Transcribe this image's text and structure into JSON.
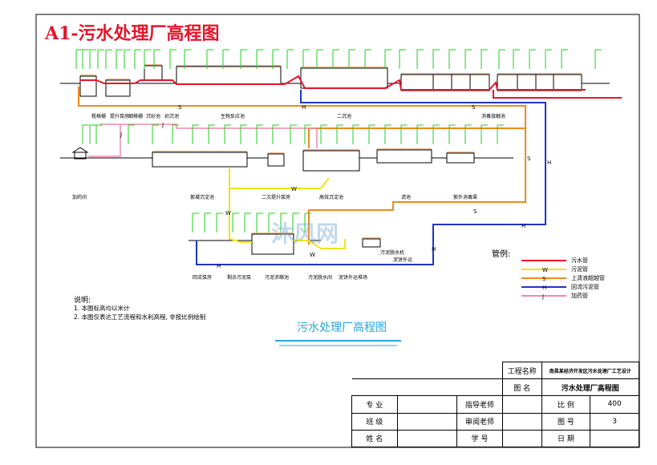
{
  "title": "A1-污水处理厂高程图",
  "center_title": "污水处理厂高程图",
  "notes": {
    "heading": "说明:",
    "lines": [
      "1. 本图标高均以米计",
      "2. 本图仅表达工艺流程和水利高程, 非按比例绘制"
    ]
  },
  "legend": {
    "heading": "管例:",
    "items": [
      {
        "code": "",
        "label": "污水管",
        "color": "#e8132b"
      },
      {
        "code": "W",
        "label": "污泥管",
        "color": "#f2e21a"
      },
      {
        "code": "S",
        "label": "上清液超越管",
        "color": "#f08a1c"
      },
      {
        "code": "H",
        "label": "回流污泥管",
        "color": "#1f35c8"
      },
      {
        "code": "J",
        "label": "加药管",
        "color": "#f08aa8"
      }
    ]
  },
  "pipe_letters": {
    "sludge": "W",
    "supernatant": "S",
    "return": "H",
    "dosing": "J"
  },
  "process_labels": {
    "row1": [
      "粗格栅",
      "提升泵房",
      "细格栅",
      "沉砂池",
      "初沉池",
      "生物反应池",
      "二沉池",
      "消毒接触池"
    ],
    "row2": [
      "加药间",
      "絮凝沉淀池",
      "二次提升泵房",
      "高效沉淀池",
      "滤池",
      "紫外消毒渠"
    ],
    "row3": [
      "回流泵房",
      "剩余污泥泵",
      "污泥浓缩池",
      "污泥脱水间",
      "泥饼外运堆场"
    ],
    "right_labels": [
      "污泥脱水机",
      "泥饼外运"
    ]
  },
  "title_block": {
    "project_label": "工程名称",
    "project_value": "南昌某经济开发区污水处理厂工艺设计",
    "drawing_label": "图  名",
    "drawing_value": "污水处理厂高程图",
    "rows": [
      {
        "a": "专  业",
        "b": "",
        "c": "指导老师",
        "d": "",
        "e": "比  例",
        "f": "400"
      },
      {
        "a": "班  级",
        "b": "",
        "c": "审阅老师",
        "d": "",
        "e": "图  号",
        "f": "3"
      },
      {
        "a": "姓  名",
        "b": "",
        "c": "学  号",
        "d": "",
        "e": "日  期",
        "f": ""
      }
    ]
  },
  "watermark": "沐风网",
  "colors": {
    "frame": "#000000",
    "sewage": "#e8132b",
    "sludge": "#f2e21a",
    "supernatant": "#f08a1c",
    "return": "#1f35c8",
    "dosing": "#f08aa8",
    "level": "#22cc22",
    "ground": "#f3b88c",
    "title_red": "#e8132b",
    "center_cyan": "#2aa6d8"
  }
}
